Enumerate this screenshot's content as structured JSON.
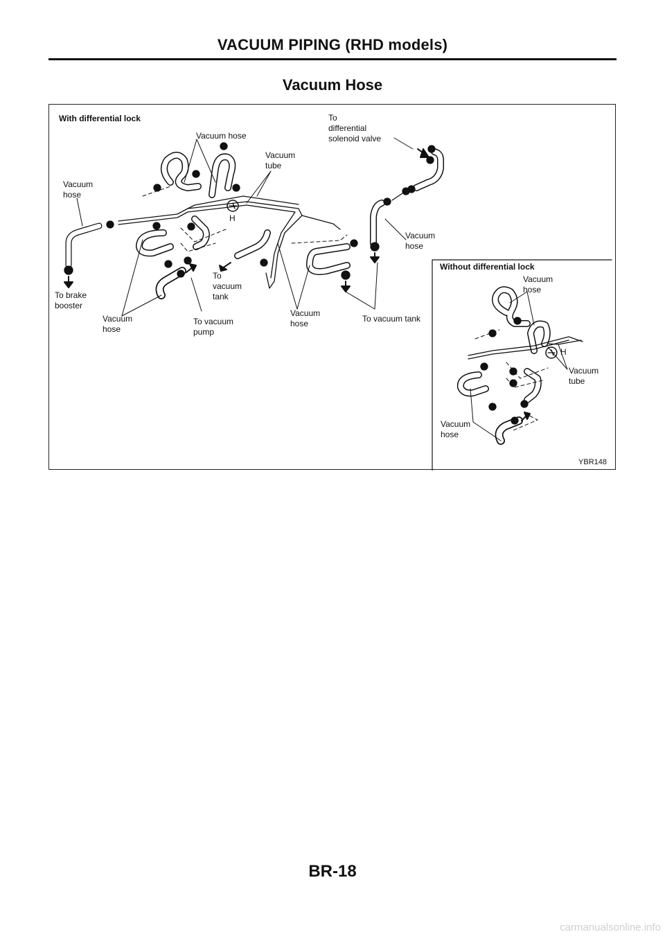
{
  "header": {
    "title": "VACUUM PIPING (RHD models)"
  },
  "section": {
    "title": "Vacuum Hose"
  },
  "figure": {
    "code": "YBR148",
    "with_lock": {
      "heading": "With differential lock",
      "labels": {
        "vacuum_hose_top": "Vacuum hose",
        "vacuum_tube": "Vacuum\ntube",
        "to_solenoid": "To\ndifferential\nsolenoid valve",
        "vacuum_hose_left": "Vacuum\nhose",
        "vacuum_hose_right": "Vacuum\nhose",
        "to_brake_booster": "To brake\nbooster",
        "vacuum_hose_bottom_left": "Vacuum\nhose",
        "to_vacuum_pump": "To vacuum\npump",
        "to_vacuum_tank_center": "To\nvacuum\ntank",
        "vacuum_hose_center": "Vacuum\nhose",
        "to_vacuum_tank_right": "To vacuum tank",
        "h_marker": "H"
      }
    },
    "without_lock": {
      "heading": "Without differential lock",
      "labels": {
        "vacuum_hose_top": "Vacuum\nhose",
        "h_marker": "H",
        "vacuum_tube": "Vacuum\ntube",
        "vacuum_hose_bottom": "Vacuum\nhose"
      }
    }
  },
  "footer": {
    "page_number": "BR-18",
    "watermark": "carmanualsonline.info"
  }
}
